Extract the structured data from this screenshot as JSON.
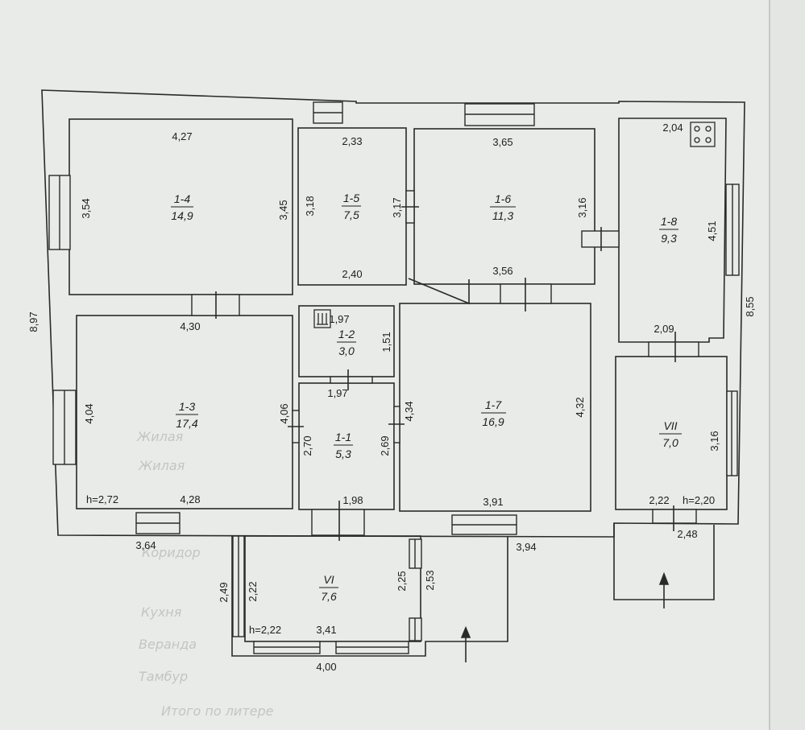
{
  "rooms": [
    {
      "id": "1-4",
      "area": "14,9"
    },
    {
      "id": "1-5",
      "area": "7,5"
    },
    {
      "id": "1-6",
      "area": "11,3"
    },
    {
      "id": "1-8",
      "area": "9,3"
    },
    {
      "id": "1-2",
      "area": "3,0"
    },
    {
      "id": "1-3",
      "area": "17,4"
    },
    {
      "id": "1-1",
      "area": "5,3"
    },
    {
      "id": "1-7",
      "area": "16,9"
    },
    {
      "id": "VII",
      "area": "7,0"
    },
    {
      "id": "VI",
      "area": "7,6"
    }
  ],
  "dimensions": {
    "r14_top": "4,27",
    "r14_left": "3,54",
    "r14_right": "3,45",
    "r15_top": "2,33",
    "r15_left": "3,18",
    "r15_right": "3,17",
    "r15_bottom": "2,40",
    "r16_top": "3,65",
    "r16_right": "3,16",
    "r16_bottom": "3,56",
    "r18_top": "2,04",
    "r18_right": "4,51",
    "r18_bottom": "2,09",
    "overall_right": "8,55",
    "overall_left": "8,97",
    "r12_top": "1,97",
    "r12_right": "1,51",
    "r11_top": "1,97",
    "r13_top": "4,30",
    "r13_left": "4,04",
    "r13_right": "4,06",
    "r13_bottom": "4,28",
    "r13_height": "h=2,72",
    "r11_left": "2,70",
    "r11_right": "2,69",
    "r11_bottom": "1,98",
    "r17_left": "4,34",
    "r17_right": "4,32",
    "r17_bottom": "3,91",
    "rVII_right": "3,16",
    "rVII_bottom": "2,22",
    "rVII_height": "h=2,20",
    "porch_width": "2,48",
    "bottom_left": "3,64",
    "bottom_right": "3,94",
    "rVI_outer_left": "2,49",
    "rVI_left": "2,22",
    "rVI_height": "h=2,22",
    "rVI_bottom": "3,41",
    "rVI_outer_bottom": "4,00",
    "rVI_right": "2,25",
    "rVI_right_outer": "2,53"
  },
  "background_text": [
    "Жилая",
    "Кухня",
    "Коридор",
    "Жилая",
    "Веранда",
    "Тамбур",
    "Итого по литере"
  ]
}
